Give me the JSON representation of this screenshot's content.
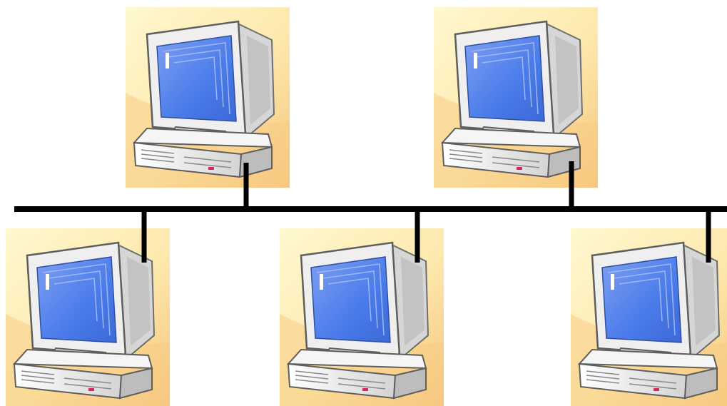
{
  "diagram": {
    "type": "bus-topology",
    "bus": {
      "name": "network-bus"
    },
    "nodes": [
      {
        "id": "pc-top-left",
        "icon": "desktop-computer-icon",
        "connection": "below-bus"
      },
      {
        "id": "pc-top-right",
        "icon": "desktop-computer-icon",
        "connection": "below-bus"
      },
      {
        "id": "pc-bottom-left",
        "icon": "desktop-computer-icon",
        "connection": "above-bus"
      },
      {
        "id": "pc-bottom-center",
        "icon": "desktop-computer-icon",
        "connection": "above-bus"
      },
      {
        "id": "pc-bottom-right",
        "icon": "desktop-computer-icon",
        "connection": "above-bus"
      }
    ]
  },
  "colors": {
    "tile_light": "#FFF7C8",
    "tile_dark": "#F9CF86",
    "monitor_body": "#ECECEC",
    "monitor_dark": "#B9B9B9",
    "screen_blue": "#4A7BEA",
    "screen_light": "#B8CCF9",
    "line": "#000000",
    "led": "#D7245A"
  }
}
